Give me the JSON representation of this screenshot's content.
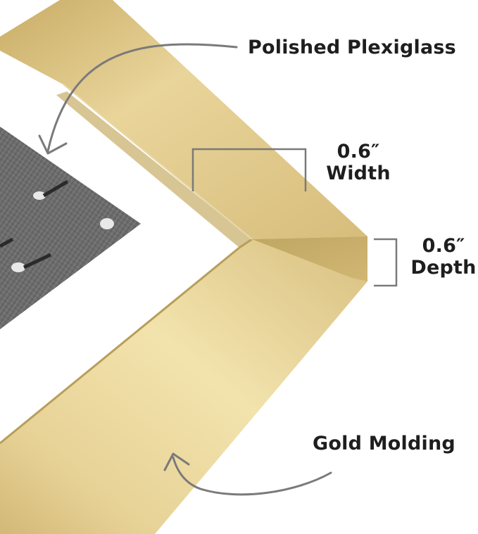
{
  "labels": {
    "plexiglass": "Polished Plexiglass",
    "width_value": "0.6″",
    "width_name": "Width",
    "depth_value": "0.6″",
    "depth_name": "Depth",
    "molding": "Gold Molding"
  },
  "colors": {
    "gold_light": "#f1e0a5",
    "gold_mid": "#dcc386",
    "gold_dark": "#b59a55",
    "mat_white": "#ffffff",
    "photo_gray": "#6e6e6e",
    "arrow_gray": "#7a7a7a",
    "text": "#1e1e1e"
  },
  "icons": [
    "curved-arrow-icon",
    "dimension-bracket-icon"
  ]
}
